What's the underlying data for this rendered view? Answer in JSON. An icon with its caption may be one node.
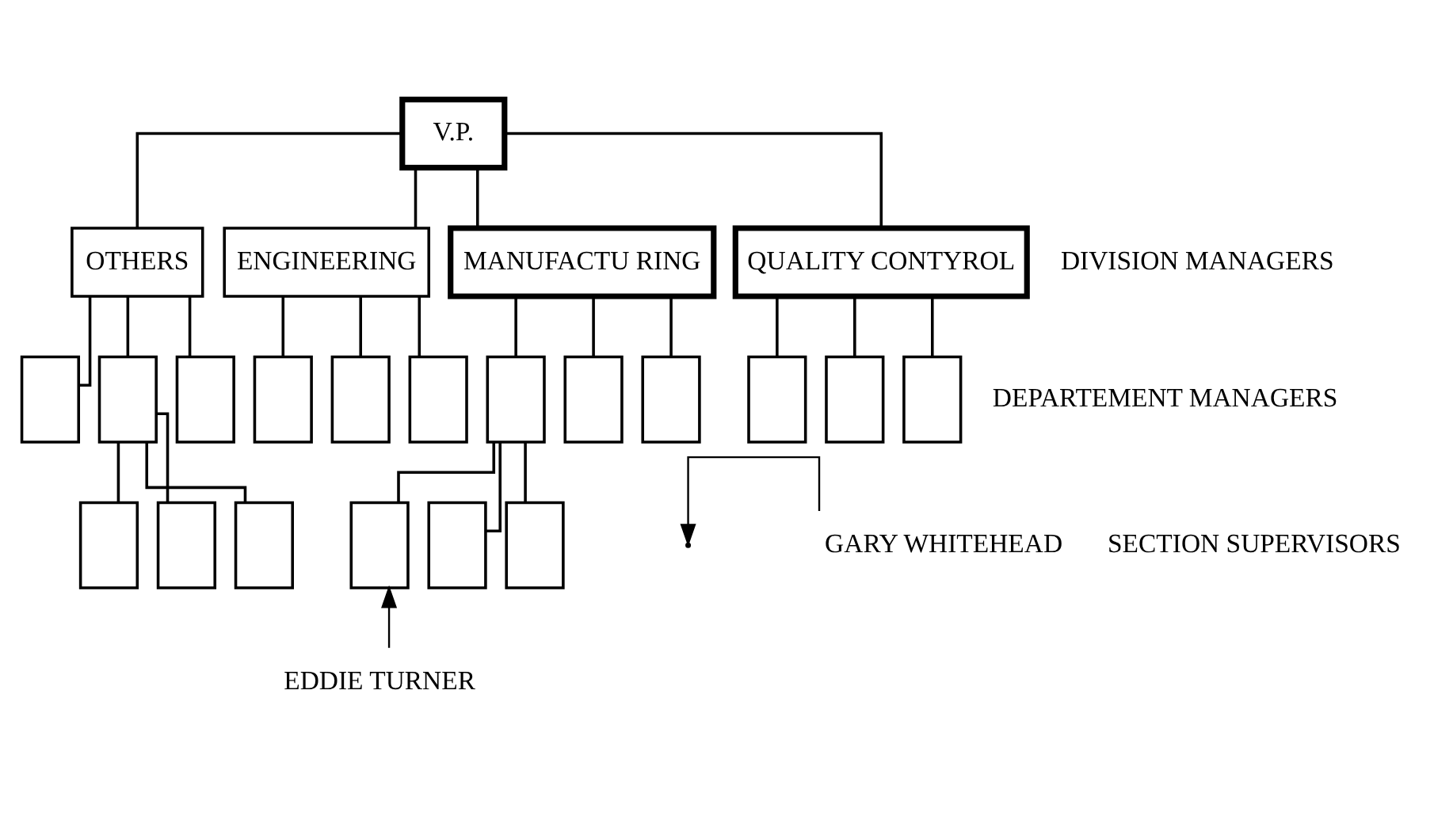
{
  "diagram": {
    "nodes": [
      {
        "text": [
          "V.P."
        ]
      },
      {
        "text": [
          "OTHERS"
        ]
      },
      {
        "text": [
          "ENGINEERING"
        ]
      },
      {
        "text": [
          "MANUFACTU RING"
        ]
      },
      {
        "text": [
          "QUALITY CONTYROL"
        ]
      },
      {
        "text": [],
        "shape": "box"
      },
      {
        "text": [],
        "shape": "box"
      },
      {
        "text": [],
        "shape": "box"
      },
      {
        "text": [],
        "shape": "box"
      },
      {
        "text": [],
        "shape": "box"
      },
      {
        "text": [],
        "shape": "box"
      },
      {
        "text": [],
        "shape": "box"
      },
      {
        "text": [],
        "shape": "box"
      },
      {
        "text": [],
        "shape": "box"
      },
      {
        "text": [],
        "shape": "box"
      },
      {
        "text": [],
        "shape": "box"
      },
      {
        "text": [],
        "shape": "box"
      },
      {
        "text": [],
        "shape": "box"
      },
      {
        "text": [],
        "shape": "box"
      },
      {
        "text": [],
        "shape": "box"
      },
      {
        "text": [],
        "shape": "box"
      },
      {
        "text": [],
        "shape": "box"
      },
      {
        "text": [],
        "shape": "box"
      },
      {
        "text": [
          "GARY WHITEHEAD"
        ]
      },
      {
        "text": [
          "EDDIE TURNER"
        ]
      }
    ],
    "edges": [
      {
        "from": 0,
        "to": 1,
        "arrow": "none"
      },
      {
        "from": 0,
        "to": 2,
        "arrow": "none"
      },
      {
        "from": 0,
        "to": 3,
        "arrow": "none"
      },
      {
        "from": 0,
        "to": 4,
        "arrow": "none"
      },
      {
        "from": 1,
        "to": 5,
        "arrow": "none"
      },
      {
        "from": 1,
        "to": 6,
        "arrow": "none"
      },
      {
        "from": 1,
        "to": 7,
        "arrow": "none"
      },
      {
        "from": 2,
        "to": 8,
        "arrow": "none"
      },
      {
        "from": 2,
        "to": 9,
        "arrow": "none"
      },
      {
        "from": 2,
        "to": 10,
        "arrow": "none"
      },
      {
        "from": 3,
        "to": 11,
        "arrow": "none"
      },
      {
        "from": 3,
        "to": 12,
        "arrow": "none"
      },
      {
        "from": 3,
        "to": 13,
        "arrow": "none"
      },
      {
        "from": 4,
        "to": 14,
        "arrow": "none"
      },
      {
        "from": 4,
        "to": 15,
        "arrow": "none"
      },
      {
        "from": 4,
        "to": 16,
        "arrow": "none"
      },
      {
        "from": 6,
        "to": 17,
        "arrow": "none"
      },
      {
        "from": 6,
        "to": 18,
        "arrow": "none"
      },
      {
        "from": 6,
        "to": 19,
        "arrow": "none"
      },
      {
        "from": 11,
        "to": 20,
        "arrow": "none"
      },
      {
        "from": 11,
        "to": 21,
        "arrow": "none"
      },
      {
        "from": 11,
        "to": 22,
        "arrow": "none"
      },
      {
        "from": 23,
        "to": null,
        "arrow": "to"
      },
      {
        "from": 24,
        "to": 20,
        "arrow": "to"
      }
    ],
    "labels": [
      "DIVISION MANAGERS",
      "DEPARTEMENT MANAGERS",
      "SECTION SUPERVISORS"
    ]
  }
}
